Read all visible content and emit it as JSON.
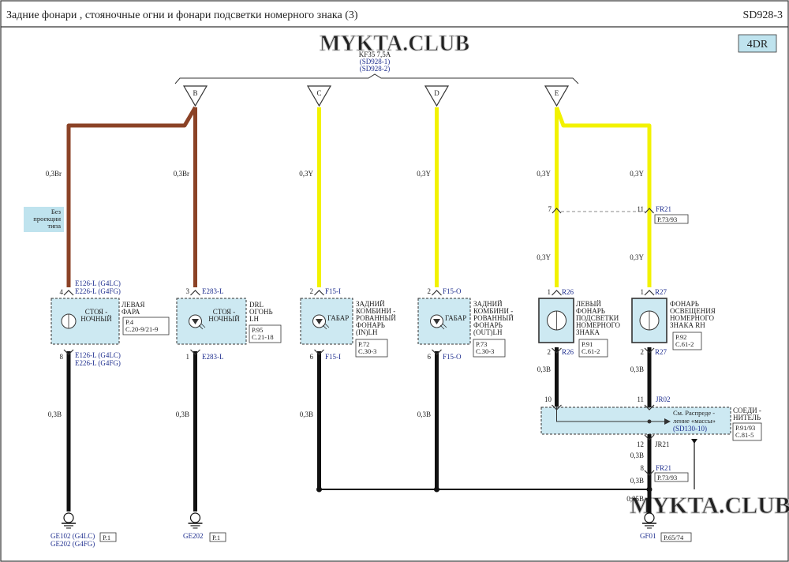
{
  "header": {
    "title": "Задние   фонари   , стояночные    огни  и фонари   подсветки     номерного     знака (3)",
    "code": "SD928-3",
    "variant": "4DR"
  },
  "watermark": "MYKTA.CLUB",
  "fuse": {
    "label": "KF35 7,5A",
    "ref1": "(SD928-1)",
    "ref2": "(SD928-2)"
  },
  "connectors": {
    "b": "B",
    "c": "C",
    "d": "D",
    "e": "E"
  },
  "wires": {
    "br": "0,3Br",
    "y": "0,3Y",
    "b": "0,3B",
    "b085": "0,85B"
  },
  "note_projection": [
    "Без",
    "проекции",
    "типа"
  ],
  "components": {
    "left_headlamp": {
      "pin_top": "4",
      "pin_bottom": "8",
      "conn_top": [
        "E126-L (G4LC)",
        "E226-L (G4FG)"
      ],
      "conn_bottom": [
        "E126-L (G4LC)",
        "E226-L (G4FG)"
      ],
      "inner": [
        "СТОЯ -",
        "НОЧНЫЙ"
      ],
      "name": [
        "ЛЕВАЯ",
        "ФАРА"
      ],
      "ref": [
        "P.4",
        "C.20-9/21-9"
      ]
    },
    "drl_lh": {
      "pin_top": "3",
      "pin_bottom": "1",
      "conn_top": "E283-L",
      "conn_bottom": "E283-L",
      "inner": [
        "СТОЯ -",
        "НОЧНЫЙ"
      ],
      "name": [
        "DRL",
        "ОГОНЬ",
        "LH"
      ],
      "ref": [
        "P.95",
        "C.21-18"
      ]
    },
    "rear_in_lh": {
      "pin_top": "2",
      "pin_bottom": "6",
      "conn_top": "F15-I",
      "conn_bottom": "F15-I",
      "inner": "ГАБАР",
      "name": [
        "ЗАДНИЙ",
        "КОМБИНИ -",
        "РОВАННЫЙ",
        "ФОНАРЬ",
        "(IN)LH"
      ],
      "ref": [
        "P.72",
        "C.30-3"
      ]
    },
    "rear_out_lh": {
      "pin_top": "2",
      "pin_bottom": "6",
      "conn_top": "F15-O",
      "conn_bottom": "F15-O",
      "inner": "ГАБАР",
      "name": [
        "ЗАДНИЙ",
        "КОМБИНИ -",
        "РОВАННЫЙ",
        "ФОНАРЬ",
        "(OUT)LH"
      ],
      "ref": [
        "P.73",
        "C.30-3"
      ]
    },
    "plate_left": {
      "pin_top": "1",
      "pin_bottom": "2",
      "conn_top": "R26",
      "conn_bottom": "R26",
      "name": [
        "ЛЕВЫЙ",
        "ФОНАРЬ",
        "ПОДСВЕТКИ",
        "НОМЕРНОГО",
        "ЗНАКА"
      ],
      "ref": [
        "P.91",
        "C.61-2"
      ]
    },
    "plate_right": {
      "pin_top": "1",
      "pin_bottom": "2",
      "conn_top": "R27",
      "conn_bottom": "R27",
      "name": [
        "ФОНАРЬ",
        "ОСВЕЩЕНИЯ",
        "НОМЕРНОГО",
        "ЗНАКА RH"
      ],
      "ref": [
        "P.92",
        "C.61-2"
      ]
    }
  },
  "inline_connector": {
    "pin_left": "7",
    "pin_right": "11",
    "code": "FR21",
    "ref": "P.73/93"
  },
  "joint_connector": {
    "pin_left": "10",
    "pin_right": "11",
    "pin_bottom": "12",
    "code": "JR02",
    "code_bottom": "JR21",
    "text": [
      "См. Распреде -",
      "ление  «массы»",
      "(SD130-10)"
    ],
    "name": [
      "СОЕДИ -",
      "НИТЕЛЬ"
    ],
    "ref": [
      "P.91/93",
      "C.81-5"
    ]
  },
  "lower_connector": {
    "pin": "8",
    "code": "FR21",
    "ref": "P.73/93"
  },
  "grounds": {
    "ge102": {
      "line1": "GE102 (G4LC)",
      "line2": "GE202 (G4FG)",
      "ref": "P.1"
    },
    "ge202": {
      "line1": "GE202",
      "ref": "P.1"
    },
    "gf01": {
      "line1": "GF01",
      "ref": "P.65/74"
    }
  },
  "colors": {
    "brown": "#8B4226",
    "yellow": "#F2F200",
    "black": "#111111",
    "component_fill": "#CDE9F2",
    "label_blue": "#1F2F8F",
    "note_fill": "#BFE3EE"
  }
}
